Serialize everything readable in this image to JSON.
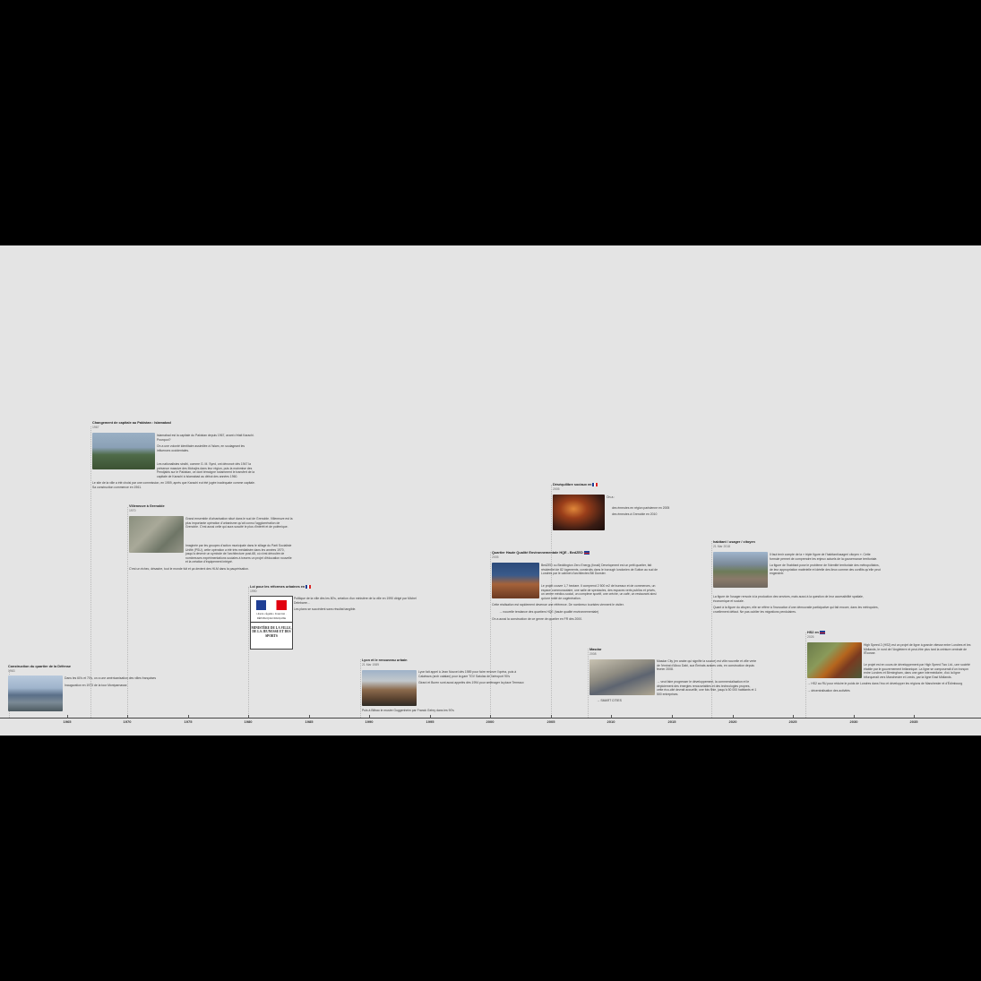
{
  "axis": {
    "years": [
      "1965",
      "1970",
      "1975",
      "1980",
      "1985",
      "1990",
      "1995",
      "2000",
      "2005",
      "2010",
      "2015",
      "2020",
      "2025",
      "2030",
      "2035"
    ]
  },
  "events": {
    "defense": {
      "title": "Construction du quartier de la Défense",
      "date": "1963",
      "paragraphs": [
        "Dans les 60's et 70's, on a une américanisation des villes françaises",
        "Inauguration en 1973 de la tour Montparnasse."
      ]
    },
    "islamabad": {
      "title": "Changement de capitale au Pakistan : Islamabad",
      "date": "1967",
      "paragraphs": [
        "Islamabad est la capitale du Pakistan depuis 1967, avant c'était Karachi. Pourquoi?",
        "On a une volonté identitaire assimilée à l'islam, en soulageant les influences occidentales.",
        "Les nationalistes sindhi, comme G. M. Syed, ont dénoncé dès 1947 la présence massive des Mohajirs dans leur région, puis la mainmise des Pendjabis sur le Pakistan, ce dont témoigne notamment le transfert de la capitale de Karachi à Islamabad au début des années 1960.",
        "Le site de la ville a été choisi par une commission, en 1959, après que Karachi eut été jugée inadéquate comme capitale. Sa construction commence en 1961."
      ]
    },
    "villeneuve": {
      "title": "Villeneuve à Grenoble",
      "date": "1970",
      "paragraphs": [
        "Grand ensemble d'urbanisation situé dans le sud de Grenoble. Villeneuve est la plus importante opération d'urbanisme qu'ait connu l'agglomération de Grenoble. C'est aussi celle qui aura suscité le plus d'intérêt et de polémique.",
        "Imaginée par les groupes d'action municipale dans le sillage du Parti Socialiste Unifié (PSU), cette opération a été très médiatisée dans les années 1970, jusqu'à devenir un symbole de l'architecture post-68, où s'est déroulée de nombreuses expérimentations sociales à travers un projet d'éducation nouvelle et la création d'équipement intégré.",
        "C'est un échec, désastre, tout le monde fuit et ça devient des HLM dans la paupérisation."
      ]
    },
    "reformes": {
      "title": "Loi pour les réformes urbaines en",
      "date": "1990",
      "paragraphs": [
        "Politique de la ville dès les 80's, création d'un ministère de la ville en 1990 dirigé par Michel Delebarre...",
        "Les plans se succèdent sans résultat tangible."
      ],
      "ministry_sub": "Liberté • Égalité • Fraternité · RÉPUBLIQUE FRANÇAISE",
      "ministry_name": "MINISTÈRE DE LA VILLE, DE LA JEUNESSE ET DES SPORTS"
    },
    "lyon": {
      "title": "Lyon et le renouveau urbain",
      "date": "21 Mar 1989",
      "paragraphs": [
        "Lyon fait appel à Jean Nouvel dès 1989 pour faire renover l'opéra, puis à Calatrava (arch catalan) pour la gare TGV Satolas de l'aéroport 90's",
        "Girard et Buren sont aussi appelés dès 1994 pour aménager la place Terreaux",
        "Puis à Bilbao le musée Guggenheim par Franck Gehry dans les 90's"
      ]
    },
    "bedzed": {
      "title": "Quartier Haute Qualité Environnementale HQE - BedZED",
      "date": "2005",
      "paragraphs": [
        "BedZED ou Beddington Zero Energy (fossil) Development est un petit quartier, fait résidentiel de 82 logements, construits dans le borough londonien de Sutton au sud de Londres par le cabinet d'architectes Bill Dunster.",
        "Le projet couvre 1,7 hectare. Il comprend 2 500 m2 de bureaux et de commerces, un espace communautaire, une salle de spectacles, des espaces verts publics et privés, un centre médico-social, un complexe sportif, une crèche, un café, un restaurant ainsi qu'une unité de cogénération.",
        "Cette réalisation est rapidement devenue une référence. De nombreux touristes viennent le visiter.",
        "→ nouvelle tendance des quartiers HQE (haute qualité environnementale)",
        "On a aussi la construction de ce genre de quartier en FR dès 2000."
      ]
    },
    "desequilibre": {
      "title": "Déséquilibre sociaux en",
      "date": "2005",
      "paragraphs": [
        "On a :",
        "des émeutes en région parisienne en 2005",
        "des émeutes à Grenoble en 2010"
      ]
    },
    "masdar": {
      "title": "Masdar",
      "date": "2008",
      "paragraphs": [
        "Masdar City (en arabe qui signifie la source) est ville nouvelle et ville verte de l'émirat d'Abou Dabi, aux Émirats arabes unis, en construction depuis février 2008.",
        "→ veut faire progresser le développement, la commercialisation et le déploiement des énergies renouvelables et des technologies propres, cette éco-cité devrait accueillir, une fois finie, jusqu'à 50 000 habitants et 1 500 entreprises.",
        "→ SMART CITIES"
      ]
    },
    "habitant": {
      "title": "habitant / usager / citoyen",
      "date": "21 Mar 2018",
      "paragraphs": [
        "Il faut tenir compte de la « triple figure de l'habitant/usager/ citoyen ». Cette formule permet de comprendre les enjeux actuels de la gouvernance territoriale.",
        "La figure de l'habitant pose le problème de l'identité territoriale des métropolitains, de leur appropriation matérielle et idéelle des lieux comme des conflits qu'elle peut engendrer.",
        "La figure de l'usager renvoie à la production des services, mais aussi à la question de leur accessibilité spatiale, économique et sociale.",
        "Quant à la figure du citoyen, elle se réfère à l'invocation d'une démocratie participative qui fait encore, dans les métropoles, cruellement défaut. Ne pas oublier les migrations pendulaires."
      ]
    },
    "hs2": {
      "title": "HS2 en",
      "date": "2026",
      "paragraphs": [
        "High Speed 2 (HS2) est un projet de ligne à grande vitesse entre Londres et les Midlands, le nord de l'Angleterre et peut-être plus tard la ceinture centrale de l'Écosse.",
        "Le projet est en cours de développement par High Speed Two Ltd., une société établie par le gouvernement britannique. La ligne se composerait d'un tronçon entre Londres et Birmingham, dans une gare intermédiaire, d'où la ligne bifurquerait vers Manchester et Leeds, par la ligne East Midlands.",
        "→ HS2 au RU pour réduire le poids de Londres dans l'éco et développer les régions de Manchester et d'Édimbourg",
        "→ décentralisation des activités"
      ]
    }
  }
}
